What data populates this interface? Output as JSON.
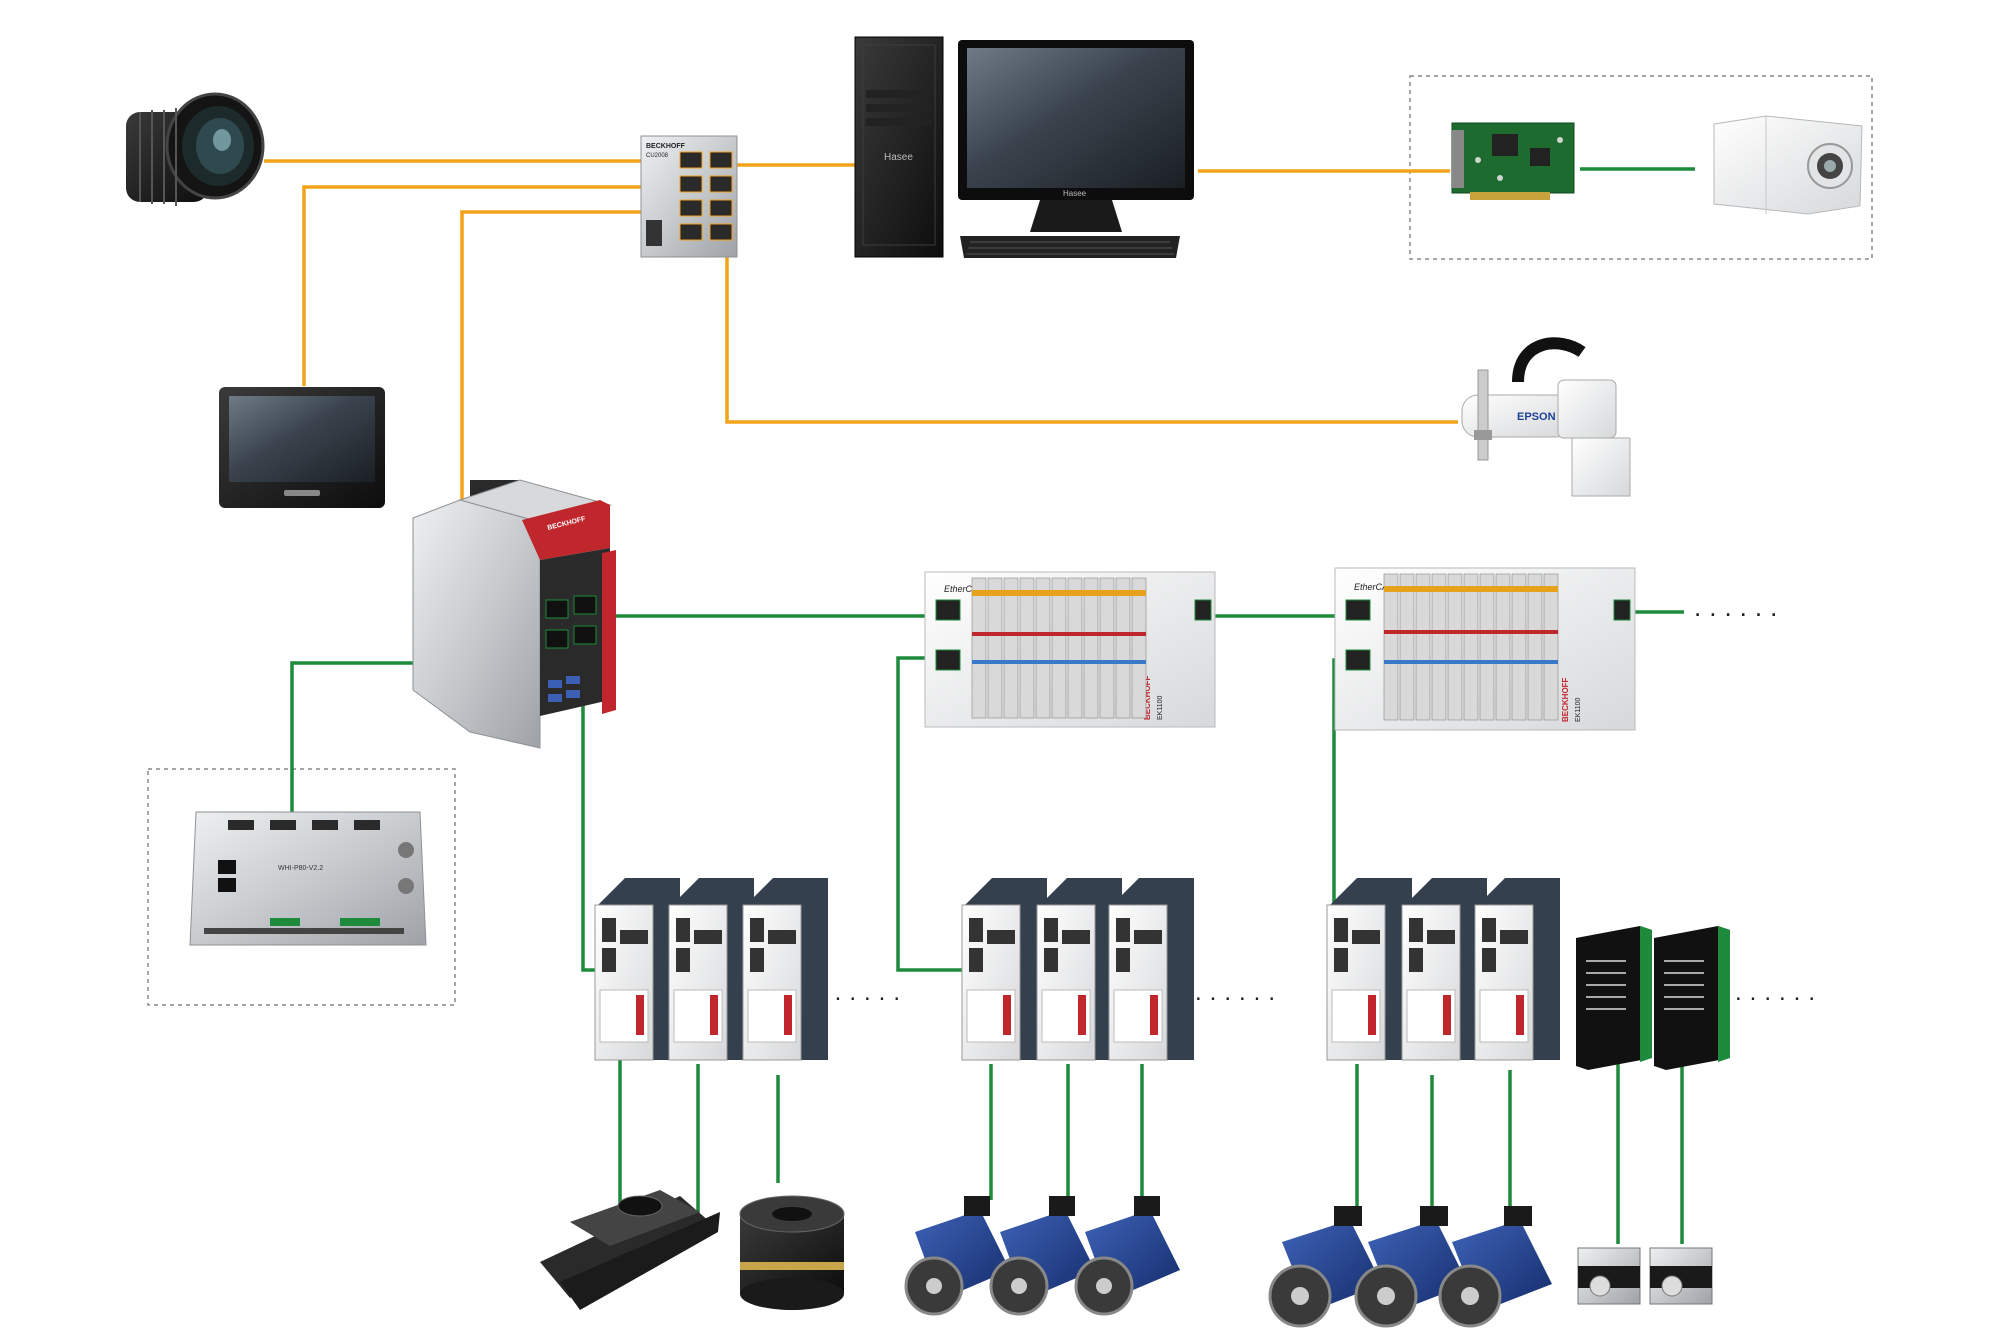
{
  "colors": {
    "ethernet": "#f2a31a",
    "ethercat": "#1e8a3c",
    "group_border": "#8a8a8a",
    "device_dark": "#1c1c1c",
    "device_silver": "#c9cbcd",
    "accent_red": "#c0272d",
    "motor_blue": "#1f3f8f"
  },
  "labels": {
    "switch_brand": "BECKHOFF",
    "switch_model": "CU2008",
    "pc_brand": "Hasee",
    "monitor_brand": "Hasee",
    "robot_brand": "EPSON",
    "ipc_brand": "BECKHOFF",
    "coupler_brand": "BECKHOFF",
    "coupler_model": "EK1100",
    "ethercat_logo": "EtherCAT",
    "motion_controller_model": "WHI-P80-V2.2"
  },
  "continuation": "......",
  "icons": [
    "camera-lens-icon",
    "ethernet-switch-icon",
    "pc-tower-icon",
    "monitor-icon",
    "vision-card-icon",
    "industrial-camera-icon",
    "hmi-panel-icon",
    "scara-robot-icon",
    "industrial-pc-icon",
    "motion-controller-icon",
    "io-coupler-icon",
    "servo-drive-icon",
    "stepper-driver-icon",
    "linear-stage-icon",
    "rotary-table-icon",
    "servo-motor-icon",
    "stepper-motor-icon"
  ]
}
